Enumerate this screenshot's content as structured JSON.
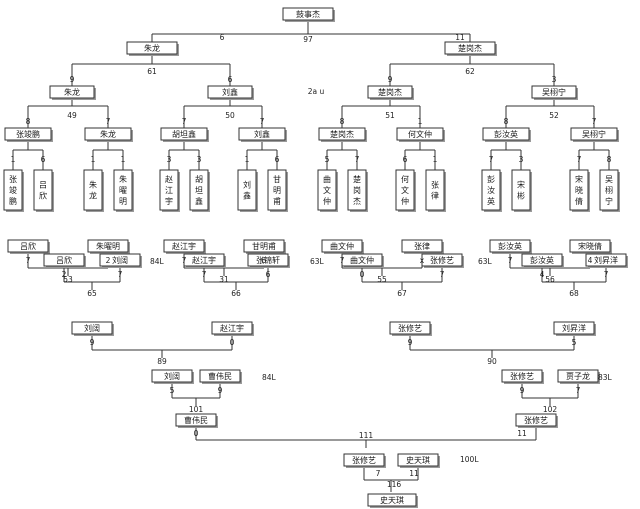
{
  "final": {
    "champion": "史天琪",
    "score_total": "116",
    "pair": [
      {
        "name": "张修艺",
        "score": "7"
      },
      {
        "name": "史天琪",
        "score": "11"
      }
    ],
    "note": "100L"
  },
  "top": {
    "root": "鼓事杰",
    "total": "97",
    "left": {
      "name": "朱龙",
      "score": "6"
    },
    "right": {
      "name": "楚岗杰",
      "score": "11"
    }
  },
  "upper": {
    "left": {
      "total": "61",
      "children": [
        {
          "name": "朱龙",
          "score": "9",
          "total": "49",
          "children": [
            {
              "name": "张竣鹏",
              "score": "8",
              "total": "",
              "children": [
                {
                  "name": "张竣鹏",
                  "score": "1"
                },
                {
                  "name": "吕欣",
                  "score": "6"
                }
              ]
            },
            {
              "name": "朱龙",
              "score": "7",
              "total": "",
              "children": [
                {
                  "name": "朱龙",
                  "score": "1"
                },
                {
                  "name": "朱曜明",
                  "score": "1"
                }
              ]
            }
          ]
        },
        {
          "name": "刘鑫",
          "score": "6",
          "total": "50",
          "children": [
            {
              "name": "胡坦鑫",
              "score": "7",
              "total": "",
              "children": [
                {
                  "name": "赵江宇",
                  "score": "3"
                },
                {
                  "name": "胡坦鑫",
                  "score": "3"
                }
              ]
            },
            {
              "name": "刘鑫",
              "score": "7",
              "total": "",
              "children": [
                {
                  "name": "刘鑫",
                  "score": "1"
                },
                {
                  "name": "甘明甫",
                  "score": "6"
                }
              ]
            }
          ]
        }
      ]
    },
    "right": {
      "total": "62",
      "children": [
        {
          "name": "楚岗杰",
          "score": "9",
          "total": "51",
          "children": [
            {
              "name": "楚岗杰",
              "score": "8",
              "total": "",
              "children": [
                {
                  "name": "曲文仲",
                  "score": "5"
                },
                {
                  "name": "楚岗杰",
                  "score": "7"
                }
              ]
            },
            {
              "name": "何文仲",
              "score": "1",
              "total": "",
              "children": [
                {
                  "name": "何文仲",
                  "score": "6"
                },
                {
                  "name": "张律",
                  "score": "1"
                }
              ]
            }
          ]
        },
        {
          "name": "吴栩宁",
          "score": "3",
          "total": "52",
          "children": [
            {
              "name": "彭汝英",
              "score": "8",
              "total": "",
              "children": [
                {
                  "name": "彭汝英",
                  "score": "7"
                },
                {
                  "name": "宋彬",
                  "score": "3"
                }
              ]
            },
            {
              "name": "吴栩宁",
              "score": "7",
              "total": "",
              "children": [
                {
                  "name": "宋晓倩",
                  "score": "7"
                },
                {
                  "name": "吴栩宁",
                  "score": "8"
                }
              ]
            }
          ]
        }
      ]
    },
    "mid_note": "2a u"
  },
  "lower": {
    "left": {
      "r1": [
        {
          "total": "53",
          "pair": [
            {
              "name": "吕欣",
              "score": "7"
            },
            {
              "name": "朱曜明",
              "score": "2"
            }
          ]
        },
        {
          "total": "31",
          "pair": [
            {
              "name": "赵江宇",
              "score": "7"
            },
            {
              "name": "甘明甫",
              "score": "6"
            }
          ]
        }
      ],
      "r2": [
        {
          "total": "65",
          "pair": [
            {
              "name": "吕欣",
              "score": "2"
            },
            {
              "name": "刘阔",
              "score": "7"
            }
          ],
          "note": "84L"
        },
        {
          "total": "66",
          "pair": [
            {
              "name": "赵江宇",
              "score": "7"
            },
            {
              "name": "张锦轩",
              "score": "6"
            }
          ],
          "note": "63L"
        }
      ],
      "r3": {
        "total": "89",
        "pair": [
          {
            "name": "刘阔",
            "score": "9"
          },
          {
            "name": "赵江宇",
            "score": "0"
          }
        ]
      },
      "r4": {
        "total": "101",
        "pair": [
          {
            "name": "刘阔",
            "score": "5"
          },
          {
            "name": "曹伟民",
            "score": "9"
          }
        ],
        "note": "84L"
      },
      "winner": {
        "name": "曹伟民",
        "score": "0"
      }
    },
    "right": {
      "r1": [
        {
          "total": "55",
          "pair": [
            {
              "name": "曲文仲",
              "score": "7"
            },
            {
              "name": "张律",
              "score": "x"
            }
          ]
        },
        {
          "total": "56",
          "pair": [
            {
              "name": "彭汝英",
              "score": "7"
            },
            {
              "name": "宋晓倩",
              "score": "4"
            }
          ]
        }
      ],
      "r2": [
        {
          "total": "67",
          "pair": [
            {
              "name": "曲文仲",
              "score": "0"
            },
            {
              "name": "张修艺",
              "score": "7"
            }
          ],
          "note": "63L"
        },
        {
          "total": "68",
          "pair": [
            {
              "name": "彭汝英",
              "score": "4"
            },
            {
              "name": "刘昇洋",
              "score": "7"
            }
          ],
          "note": ""
        }
      ],
      "r3": {
        "total": "90",
        "pair": [
          {
            "name": "张修艺",
            "score": "9"
          },
          {
            "name": "刘昇洋",
            "score": "5"
          }
        ]
      },
      "r4": {
        "total": "102",
        "pair": [
          {
            "name": "张修艺",
            "score": "9"
          },
          {
            "name": "贾子龙",
            "score": "7"
          }
        ],
        "note": "83L"
      },
      "winner": {
        "name": "张修艺",
        "score": "11"
      }
    },
    "final_total": "111"
  }
}
